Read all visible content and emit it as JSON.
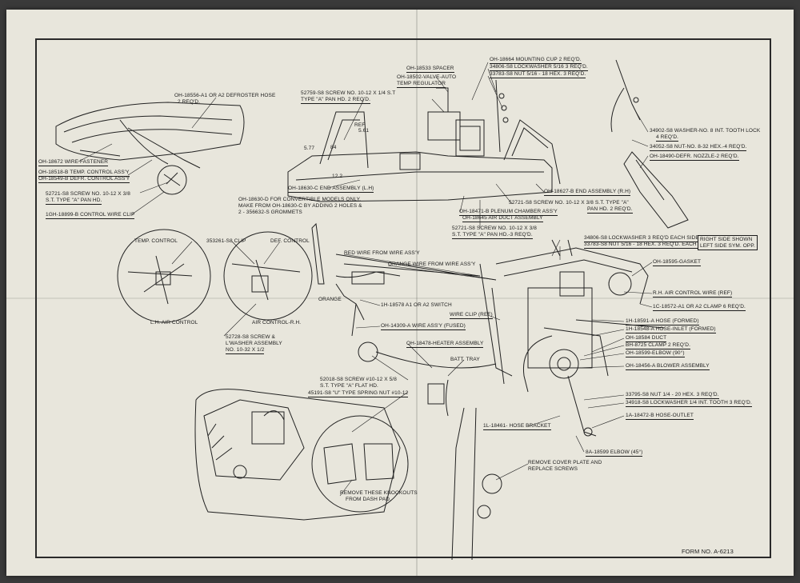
{
  "labels": {
    "defroster_hose": "OH-18556-A1 OR A2 DEFROSTER HOSE",
    "defroster_hose_qty": "2 REQ'D.",
    "wire_fastener": "OH-18672 WIRE FASTENER",
    "temp_control_assy": "OH-18518-B TEMP. CONTROL ASS'Y",
    "defr_control_assy": "OH-18549-B DEFR. CONTROL ASS'Y",
    "screw_52721_a": "52721-S8 SCREW NO. 10-12 X 3/8",
    "screw_52721_a2": "S.T. TYPE \"A\" PAN HD.",
    "control_wire_clip": "1GH-18899-B CONTROL WIRE CLIP",
    "screw_52759": "52759-S8 SCREW NO. 10-12 X 1/4 S.T",
    "screw_52759_2": "TYPE \"A\" PAN HD. 2 REQ'D.",
    "spacer": "OH-18533 SPACER",
    "valve_auto": "OH-18502-VALVE-AUTO",
    "temp_regulator": "TEMP REGULATOR",
    "mounting_cup": "OH-18664 MOUNTING CUP 2 REQ'D.",
    "lockwasher_34806": "34806-S8 LOCKWASHER 5/16 3 REQ'D.",
    "nut_33783": "33783-S8 NUT 5/16 - 18 HEX. 3 REQ'D.",
    "ref_577": "5.77",
    "ref_561": "5.61",
    "ref_84": "84",
    "ref_122": "12.2",
    "ref": "REF",
    "end_assy_lh": "OH-18630-C END ASSEMBLY (L.H)",
    "convertible_1": "OH-18630-D FOR CONVERTIBLE MODELS ONLY.",
    "convertible_2": "MAKE FROM OH-18630-C BY ADDING 2 HOLES &",
    "convertible_3": "2 - 356632-S GROMMETS",
    "end_assy_rh": "OH-18627-B END ASSEMBLY (R.H)",
    "screw_52721_b": "52721-S8 SCREW NO. 10-12 X 3/8 S.T. TYPE \"A\"",
    "screw_52721_b2": "PAN HD. 2 REQ'D.",
    "plenum": "OH-18471-B PLENUM CHAMBER ASS'Y",
    "air_duct": "OH-18645 AIR DUCT ASSEMBLY",
    "screw_52721_c": "52721-S8 SCREW NO. 10-12 X 3/8",
    "screw_52721_c2": "S.T. TYPE \"A\" PAN HD.-3 REQ'D.",
    "washer_34902": "34902-S8 WASHER-NO. 8 INT. TOOTH LOCK",
    "washer_34902_qty": "4 REQ'D.",
    "nut_34052": "34052-S8 NUT-NO. 8-32 HEX.-4 REQ'D.",
    "defr_nozzle": "OH-18490-DEFR. NOZZLE-2 REQ'D.",
    "temp_control": "TEMP. CONTROL",
    "clip_353261": "353261-S8 CLIP",
    "def_control": "DEF. CONTROL",
    "lh_air_control": "L.H. AIR CONTROL",
    "air_control_rh": "AIR CONTROL-R.H.",
    "screw_52728": "52728-S8 SCREW &",
    "screw_52728_2": "L'WASHER ASSEMBLY",
    "screw_52728_3": "NO. 10-32 X 1/2",
    "red_wire": "RED WIRE FROM WIRE ASS'Y",
    "orange_wire": "ORANGE WIRE FROM WIRE ASS'Y",
    "orange": "ORANGE",
    "switch": "1H-18578 A1 OR A2 SWITCH",
    "wire_assy_fused": "OH-14309-A WIRE ASS'Y (FUSED)",
    "heater_assembly": "OH-18478-HEATER ASSEMBLY",
    "batt_tray": "BATT. TRAY",
    "screw_52018": "52018-S8 SCREW #10-12 X 5/8",
    "screw_52018_2": "S.T. TYPE \"A\" FLAT HD.",
    "nut_45191": "45191-S8 \"U\" TYPE SPRING NUT #10-12",
    "lockwasher_34806_b": "34806-S8 LOCKWASHER 3 REQ'D EACH SIDE",
    "nut_33783_b": "33783-S8 NUT 5/16 - 18 HEX. 3 REQ'D. EACH SIDE",
    "right_side_shown": "RIGHT SIDE SHOWN",
    "left_side_sym": "LEFT SIDE SYM. OPP.",
    "gasket": "OH-18595-GASKET",
    "rh_air_control_wire": "R.H. AIR CONTROL WIRE (REF)",
    "clamp_18572": "1C-18572-A1 OR A2 CLAMP 6 REQ'D.",
    "wire_clip_ref": "WIRE CLIP (REF)",
    "hose_formed": "1H-18591-A HOSE (FORMED)",
    "hose_inlet": "1H-18548-A HOSE-INLET (FORMED)",
    "duct": "OH-18584 DUCT",
    "clamp_8725": "BH-8725 CLAMP 2 REQ'D.",
    "elbow_90": "OH-18599-ELBOW (90°)",
    "blower": "OH-18456-A BLOWER ASSEMBLY",
    "hose_bracket": "1L-18461- HOSE BRACKET",
    "nut_33795": "33795-S8 NUT 1/4 - 20 HEX. 3 REQ'D.",
    "lockwasher_34918": "34918-S8 LOCKWASHER 1/4 INT. TOOTH 3 REQ'D.",
    "hose_outlet": "1A-18472-B HOSE-OUTLET",
    "elbow_45": "8A-18599 ELBOW (45°)",
    "remove_cover_1": "REMOVE COVER PLATE AND",
    "remove_cover_2": "REPLACE SCREWS",
    "knockouts_1": "REMOVE THESE KNOCKOUTS",
    "knockouts_2": "FROM DASH PAD.",
    "form_no": "FORM NO. A-6213"
  }
}
